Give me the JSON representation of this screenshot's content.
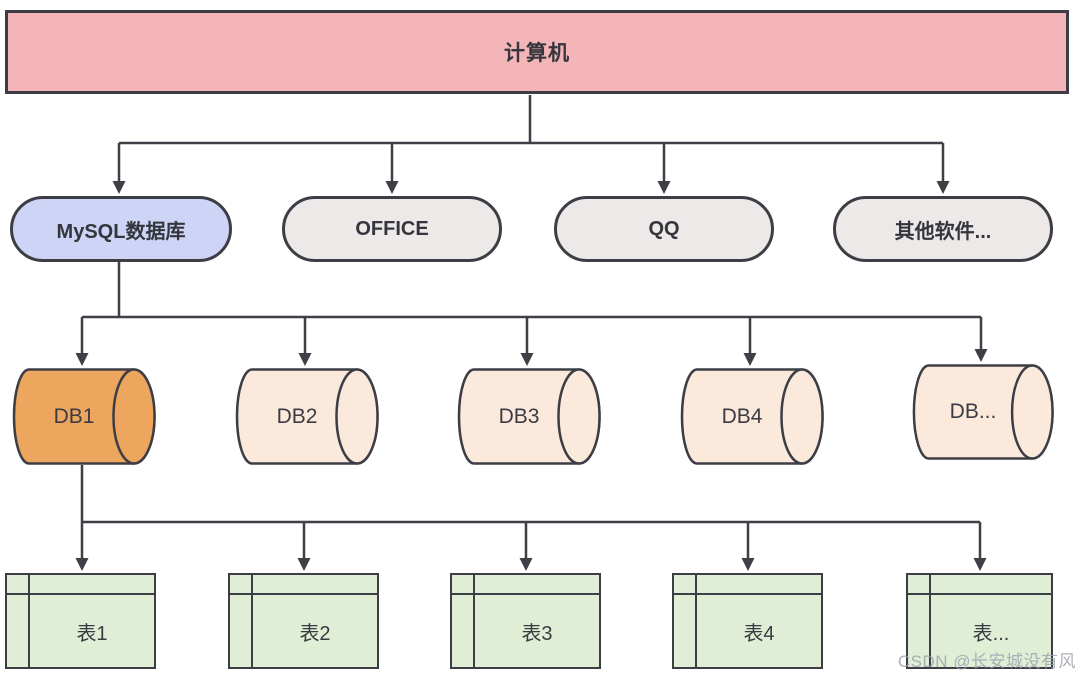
{
  "diagram": {
    "root": {
      "label": "计算机"
    },
    "software": [
      {
        "label": "MySQL数据库",
        "highlighted": true
      },
      {
        "label": "OFFICE",
        "highlighted": false
      },
      {
        "label": "QQ",
        "highlighted": false
      },
      {
        "label": "其他软件...",
        "highlighted": false
      }
    ],
    "databases_parent": "MySQL数据库",
    "databases": [
      {
        "label": "DB1",
        "highlighted": true
      },
      {
        "label": "DB2",
        "highlighted": false
      },
      {
        "label": "DB3",
        "highlighted": false
      },
      {
        "label": "DB4",
        "highlighted": false
      },
      {
        "label": "DB...",
        "highlighted": false
      }
    ],
    "tables_parent": "DB1",
    "tables": [
      {
        "label": "表1"
      },
      {
        "label": "表2"
      },
      {
        "label": "表3"
      },
      {
        "label": "表4"
      },
      {
        "label": "表..."
      }
    ],
    "colors": {
      "root_fill": "#f4b5b9",
      "pill_fill": "#ece9e8",
      "pill_highlight_fill": "#ced4f6",
      "cylinder_fill": "#fbe9dc",
      "cylinder_highlight_fill": "#eda65e",
      "table_fill": "#dfeed5",
      "line": "#3f3f46"
    }
  },
  "watermark": {
    "text": "CSDN @长安城没有风"
  }
}
